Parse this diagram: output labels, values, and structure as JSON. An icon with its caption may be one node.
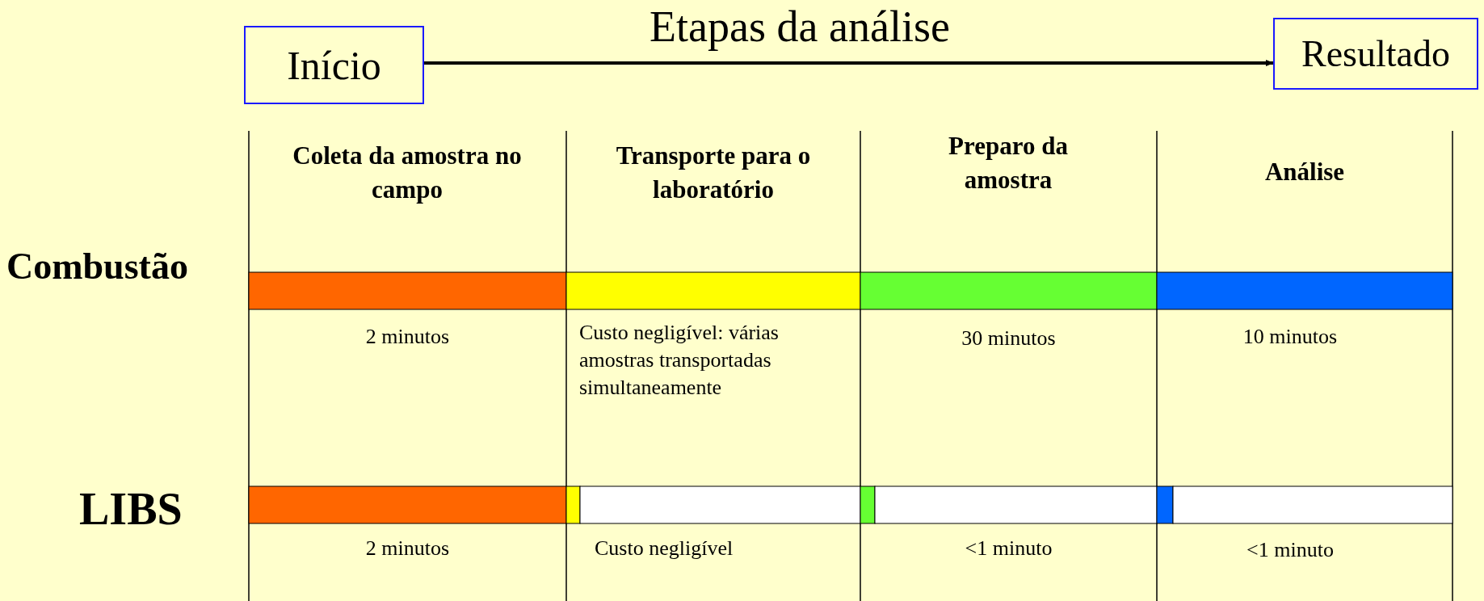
{
  "diagram": {
    "title": "Etapas da análise",
    "nodes": [
      {
        "text": [
          "Início"
        ]
      },
      {
        "text": [
          "Resultado"
        ]
      }
    ],
    "edges": [
      {
        "from": 0,
        "to": 1,
        "arrow": "to"
      }
    ],
    "labels": [
      "Coleta da amostra no campo",
      "Transporte para o laboratório",
      "Preparo da amostra",
      "Análise",
      "Combustão",
      "2 minutos",
      "Custo negligível: várias amostras transportadas simultaneamente",
      "30 minutos",
      "10 minutos",
      "LIBS",
      "2 minutos",
      "Custo negligível",
      "<1 minuto",
      "<1 minuto"
    ]
  }
}
